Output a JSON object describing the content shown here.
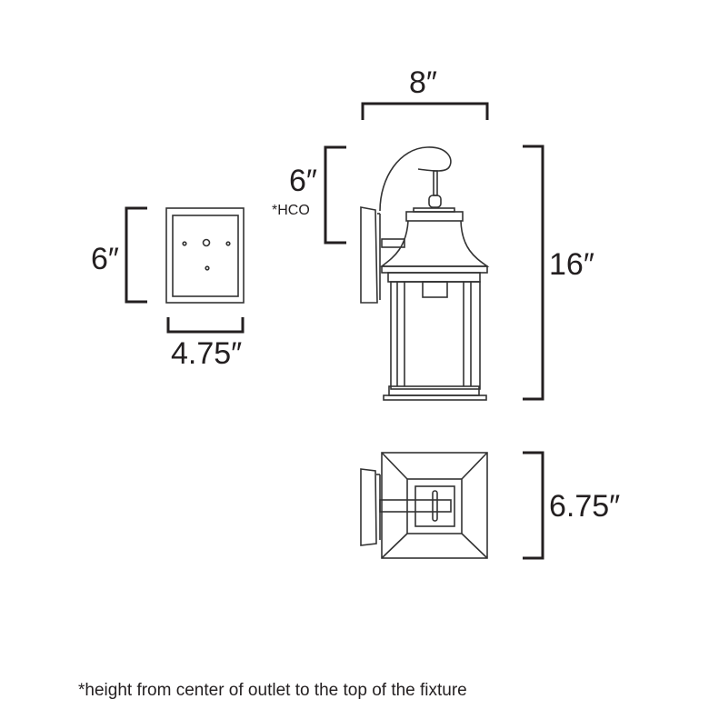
{
  "title": "Outdoor wall lantern dimension diagram",
  "dimensions": {
    "backplate_height": "6″",
    "backplate_width": "4.75″",
    "fixture_width": "8″",
    "hco": "6″",
    "hco_label": "*HCO",
    "fixture_height": "16″",
    "extension": "6.75″"
  },
  "footnote": "*height from center of outlet to the top of the fixture",
  "colors": {
    "line": "#231f20",
    "background": "#ffffff"
  }
}
